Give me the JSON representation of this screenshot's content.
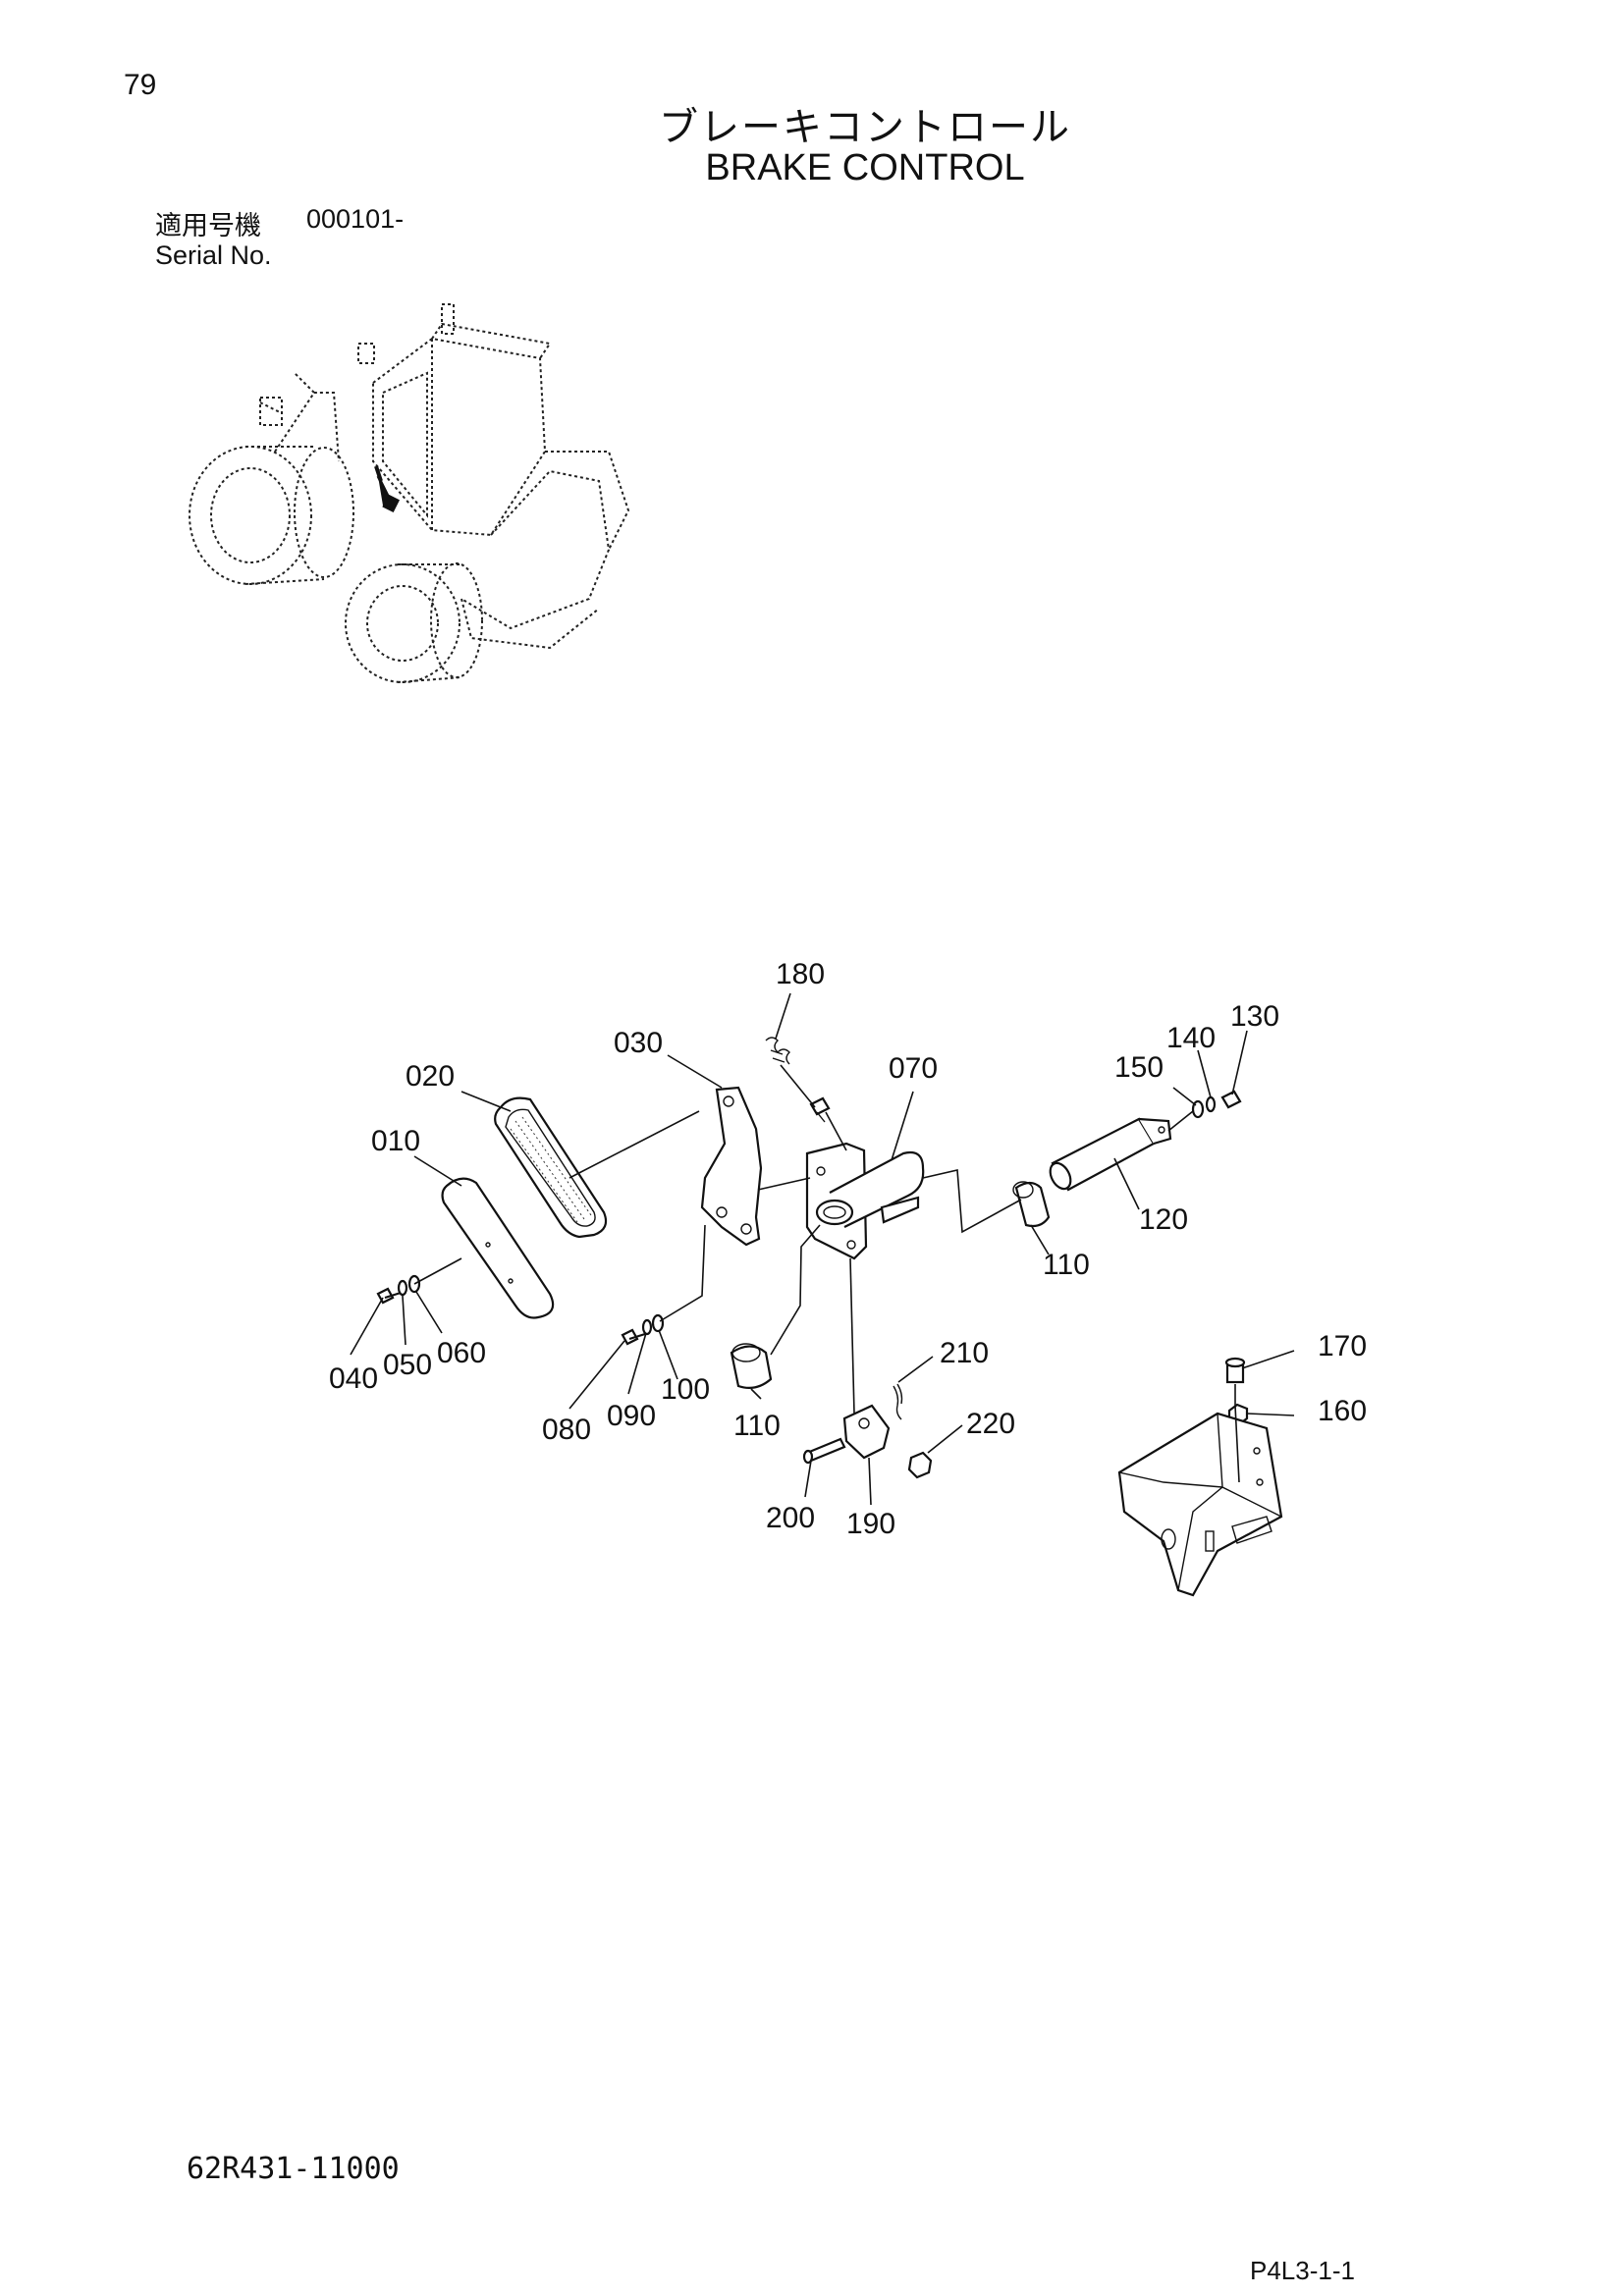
{
  "page_number": "79",
  "title_jp": "ブレーキコントロール",
  "title_en": "BRAKE CONTROL",
  "serial": {
    "label_jp": "適用号機",
    "value": "000101-",
    "label_en": "Serial No."
  },
  "callouts": {
    "c010": "010",
    "c020": "020",
    "c030": "030",
    "c040": "040",
    "c050": "050",
    "c060": "060",
    "c070": "070",
    "c080": "080",
    "c090": "090",
    "c100": "100",
    "c110a": "110",
    "c110b": "110",
    "c120": "120",
    "c130": "130",
    "c140": "140",
    "c150": "150",
    "c160": "160",
    "c170": "170",
    "c180": "180",
    "c190": "190",
    "c200": "200",
    "c210": "210",
    "c220": "220"
  },
  "doc_number": "62R431-11000",
  "page_ref": "P4L3-1-1"
}
